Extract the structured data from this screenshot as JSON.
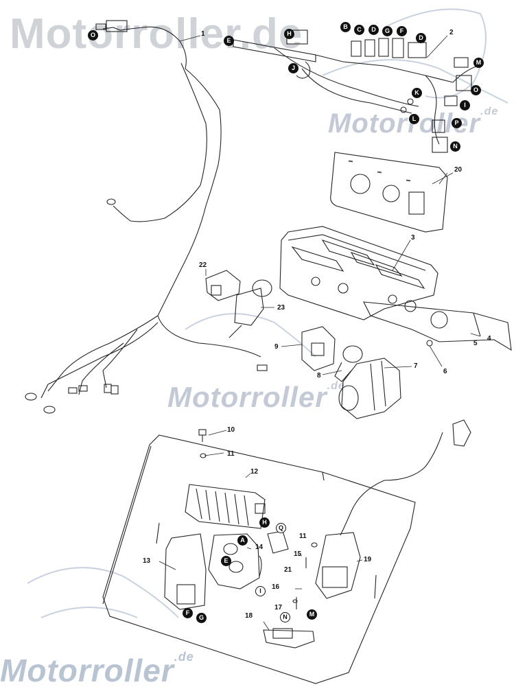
{
  "watermarks": {
    "top": "Motorroller.de",
    "mid1": "Motorroller",
    "mid1_suffix": ".de",
    "mid2": "Motorroller",
    "mid2_suffix": ".de",
    "bottom": "Motorroller",
    "bottom_suffix": ".de"
  },
  "part_numbers": [
    "1",
    "2",
    "3",
    "4",
    "5",
    "6",
    "7",
    "8",
    "9",
    "10",
    "11",
    "11",
    "12",
    "13",
    "14",
    "15",
    "16",
    "17",
    "18",
    "19",
    "20",
    "21",
    "22",
    "23"
  ],
  "connector_letters": [
    "O",
    "E",
    "H",
    "B",
    "C",
    "D",
    "G",
    "F",
    "D",
    "J",
    "M",
    "K",
    "O",
    "I",
    "L",
    "P",
    "N",
    "H",
    "A",
    "E",
    "Q",
    "I",
    "F",
    "G",
    "N",
    "M"
  ],
  "panel_labels": [
    "",
    "",
    ""
  ],
  "colors": {
    "line": "#222222",
    "watermark": "#c8cdd3",
    "badge": "#111111"
  }
}
